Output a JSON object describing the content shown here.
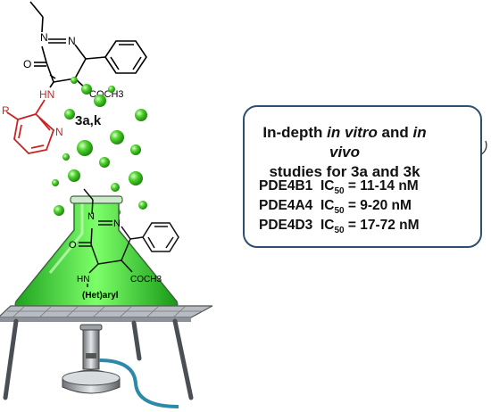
{
  "structure_top": {
    "n1": "N",
    "n2": "N",
    "o": "O",
    "hn": "HN",
    "acyl": "COCH3",
    "r": "R",
    "pyridine_n": "N",
    "compound": "3a,k"
  },
  "structure_flask": {
    "n1": "N",
    "n2": "N",
    "o": "O",
    "hn": "HN",
    "acyl": "COCH3",
    "substituent": "(Het)aryl"
  },
  "info": {
    "line1_a": "In-depth ",
    "line1_b": "in vitro",
    "line1_c": " and ",
    "line1_d": "in vivo",
    "line2": "studies for 3a and 3k",
    "rows": [
      {
        "name": "PDE4B1",
        "label": "IC",
        "sub": "50",
        "value": "= 11-14 nM"
      },
      {
        "name": "PDE4A4",
        "label": "IC",
        "sub": "50",
        "value": "= 9-20 nM"
      },
      {
        "name": "PDE4D3",
        "label": "IC",
        "sub": "50",
        "value": "= 17-72 nM"
      }
    ]
  },
  "colors": {
    "highlight": "#cc2222",
    "bubble": "#3dbf1a",
    "box_border": "#2f4f6f",
    "flask_liquid": "#2ecc2e"
  }
}
